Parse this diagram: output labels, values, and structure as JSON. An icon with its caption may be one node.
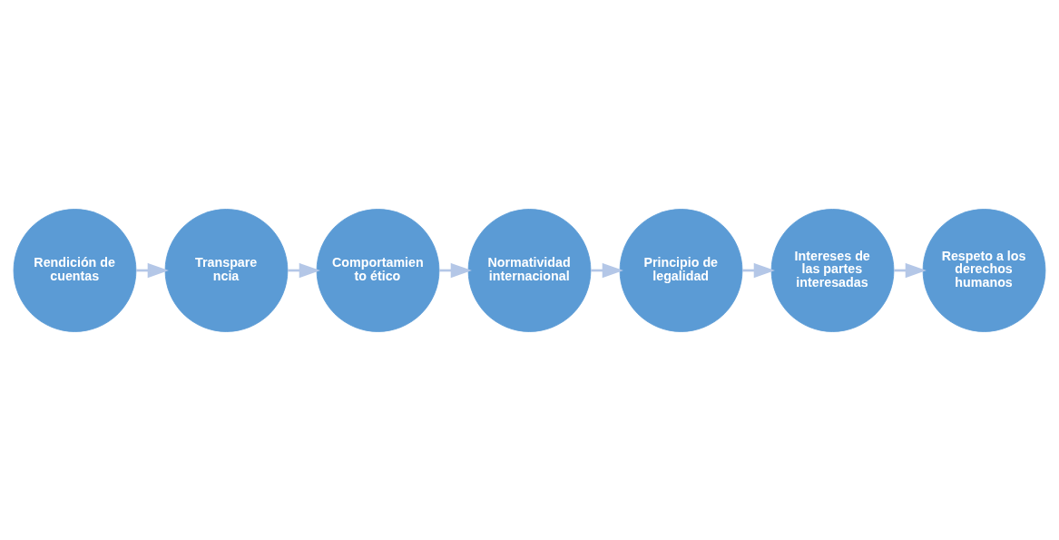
{
  "diagram": {
    "nodes": [
      {
        "text": [
          "Rendición de cuentas"
        ]
      },
      {
        "text": [
          "Transpare ncia"
        ]
      },
      {
        "text": [
          "Comportamien to ético"
        ]
      },
      {
        "text": [
          "Normatividad internacional"
        ]
      },
      {
        "text": [
          "Principio de legalidad"
        ]
      },
      {
        "text": [
          "Intereses de las partes interesadas"
        ]
      },
      {
        "text": [
          "Respeto a los derechos humanos"
        ]
      }
    ],
    "edges": [
      {
        "from": 0,
        "to": 1,
        "arrow": "to"
      },
      {
        "from": 1,
        "to": 2,
        "arrow": "to"
      },
      {
        "from": 2,
        "to": 3,
        "arrow": "to"
      },
      {
        "from": 3,
        "to": 4,
        "arrow": "to"
      },
      {
        "from": 4,
        "to": 5,
        "arrow": "to"
      },
      {
        "from": 5,
        "to": 6,
        "arrow": "to"
      }
    ]
  }
}
